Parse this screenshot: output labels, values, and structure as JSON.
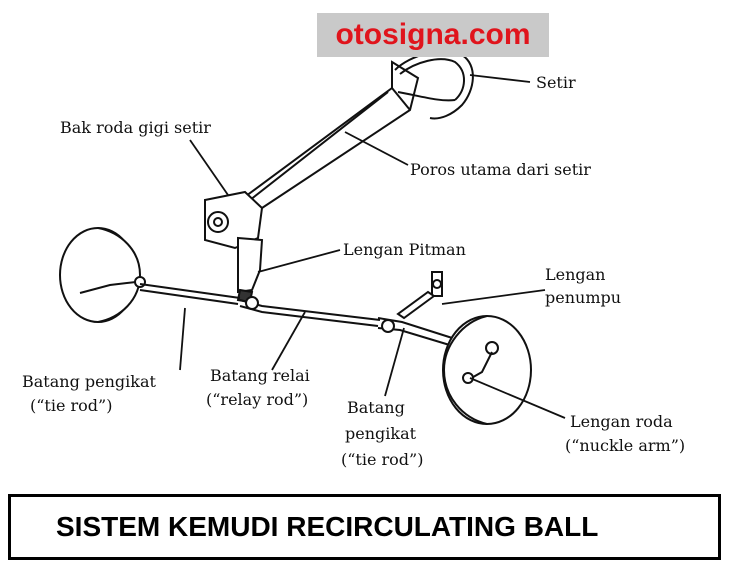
{
  "watermark": "otosigna.com",
  "title": "SISTEM KEMUDI RECIRCULATING BALL",
  "labels": {
    "setir": "Setir",
    "bak_roda": "Bak roda gigi setir",
    "poros": "Poros utama dari setir",
    "lengan_pitman": "Lengan Pitman",
    "lengan": "Lengan",
    "penumpu": "penumpu",
    "batang_pengikat_left": "Batang pengikat",
    "tie_rod_left": "(“tie rod”)",
    "batang_relai": "Batang relai",
    "relay_rod": "(“relay rod”)",
    "batang_right": "Batang",
    "pengikat_right": "pengikat",
    "tie_rod_right": "(“tie rod”)",
    "lengan_roda": "Lengan roda",
    "nuckle_arm": "(“nuckle arm”)"
  }
}
